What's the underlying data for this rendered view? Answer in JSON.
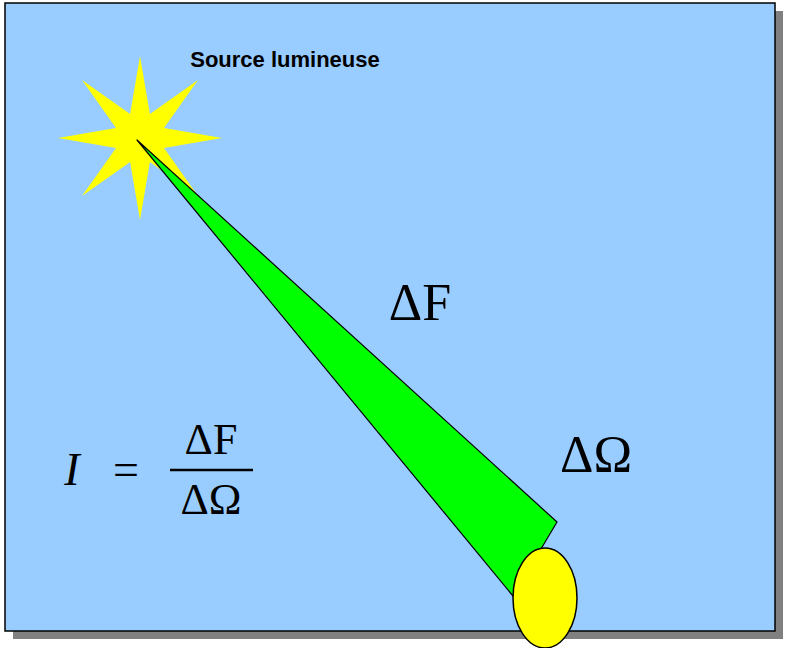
{
  "diagram": {
    "labels": [
      "Source lumineuse",
      "ΔF",
      "ΔΩ",
      "I",
      "=",
      "ΔF",
      "ΔΩ"
    ]
  }
}
